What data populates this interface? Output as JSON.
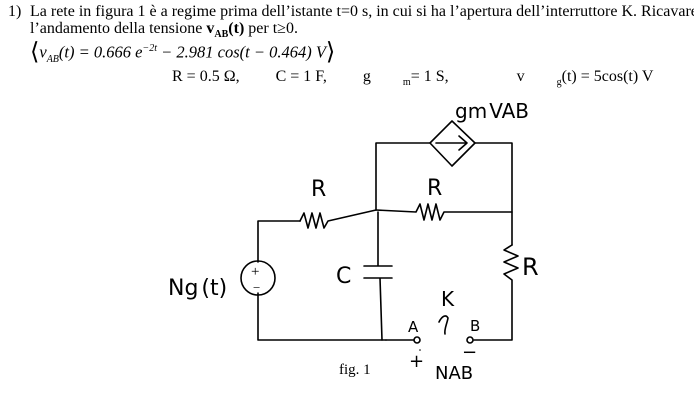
{
  "problem": {
    "number": "1)",
    "statement_line1": "La rete in figura 1 è a regime prima dell’istante t=0 s, in cui si ha l’apertura dell’interruttore K. Ricavare",
    "statement_line2_prefix": "l’andamento della tensione ",
    "statement_line2_var": "v",
    "statement_line2_var_sub": "AB",
    "statement_line2_var_arg": "(t)",
    "statement_line2_suffix": " per t≥0.",
    "solution": {
      "open": "⟨",
      "v": "v",
      "v_sub": "AB",
      "lhs_rest": "(t) = 0.666 e",
      "exp1": "−2t",
      "rhs": " − 2.981 cos(t − 0.464) V",
      "close": "⟩"
    },
    "parameters": {
      "R": "R = 0.5 Ω,",
      "C": "C = 1 F,",
      "gm_prefix": "g",
      "gm_sub": "m",
      "gm_suffix": "= 1 S,",
      "vg_prefix": "v",
      "vg_sub": "g",
      "vg_suffix": "(t) = 5cos(t) V"
    }
  },
  "figure": {
    "source_label_main": "Ng",
    "source_label_arg": "(t)",
    "source_polarity_plus": "+",
    "source_polarity_minus": "−",
    "resistor_left": "R",
    "resistor_mid": "R",
    "resistor_right": "R",
    "capacitor": "C",
    "controlled_source_label_main": "gm",
    "controlled_source_label_var": "VAB",
    "switch": "K",
    "node_a": "A",
    "node_b": "B",
    "vab_plus": "+",
    "vab_minus": "−",
    "vab_label": "NAB",
    "caption": "fig. 1"
  }
}
